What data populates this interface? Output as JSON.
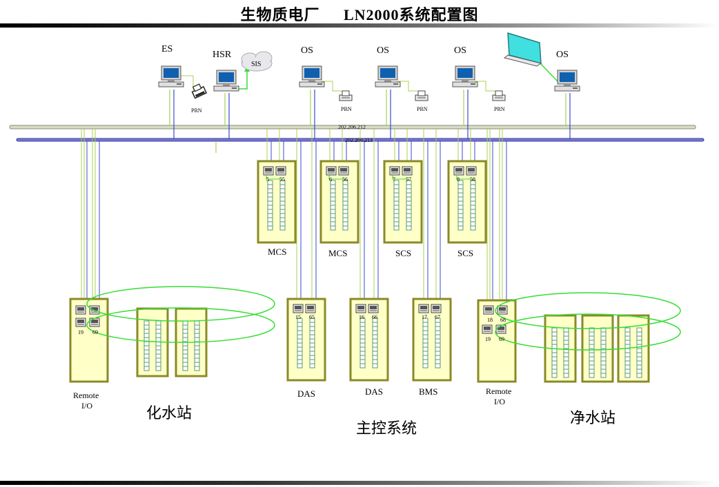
{
  "title": {
    "main": "生物质电厂",
    "sub": "LN2000系统配置图"
  },
  "network": {
    "addr1": "202.206.212",
    "addr2": "202.206.213"
  },
  "stations": {
    "es": "ES",
    "hsr": "HSR",
    "os1": "OS",
    "os2": "OS",
    "os3": "OS",
    "os4": "OS",
    "sis": "SIS"
  },
  "printers": {
    "p1": "PRN",
    "p2": "PRN",
    "p3": "PRN",
    "p4": "PRN"
  },
  "cabinets": {
    "mcs1": {
      "label": "MCS",
      "a": "5",
      "b": "55"
    },
    "mcs2": {
      "label": "MCS",
      "a": "6",
      "b": "56"
    },
    "scs1": {
      "label": "SCS",
      "a": "7",
      "b": "57"
    },
    "scs2": {
      "label": "SCS",
      "a": "8",
      "b": "58"
    },
    "das1": {
      "label": "DAS",
      "a": "15",
      "b": "65"
    },
    "das2": {
      "label": "DAS",
      "a": "16",
      "b": "66"
    },
    "bms": {
      "label": "BMS",
      "a": "17",
      "b": "67"
    }
  },
  "remote_left": {
    "label1": "Remote",
    "label2": "I/O",
    "a": "19",
    "b": "69"
  },
  "remote_right": {
    "label1": "Remote",
    "label2": "I/O",
    "a": "19",
    "b": "69",
    "c": "18",
    "d": "68"
  },
  "areas": {
    "left": "化水站",
    "center": "主控系统",
    "right": "净水站"
  },
  "colors": {
    "bus1": "#d8dcc4",
    "bus2": "#7878d8",
    "cabinet_fill": "#ffffc8",
    "cabinet_border": "#8a8a28",
    "ring": "#33dd33",
    "link_green": "#a8d050",
    "link_blue": "#3848d0"
  }
}
